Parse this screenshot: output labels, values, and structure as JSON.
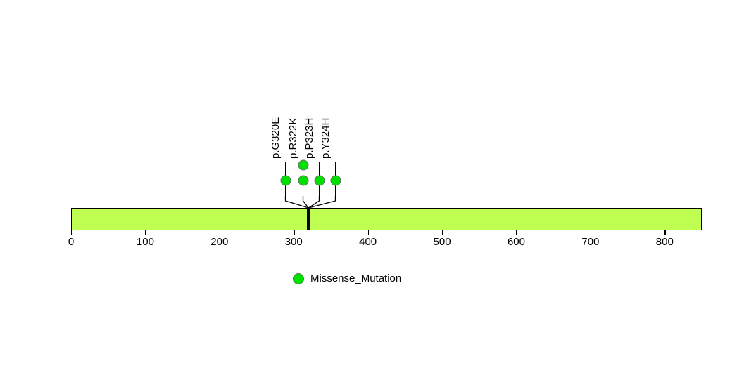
{
  "chart_data": {
    "type": "lollipop",
    "title": "",
    "xlabel": "",
    "ylabel": "",
    "xlim": [
      0,
      850
    ],
    "grid": false,
    "legend_position": "bottom-center",
    "protein": {
      "length": 850,
      "bar_color": "#bfff51",
      "bar_border_color": "#000000"
    },
    "domains": [
      {
        "name": "domain-marker",
        "start": 318,
        "end": 322,
        "color": "#000000"
      }
    ],
    "axis": {
      "ticks": [
        0,
        100,
        200,
        300,
        400,
        500,
        600,
        700,
        800
      ],
      "tick_labels": [
        "0",
        "100",
        "200",
        "300",
        "400",
        "500",
        "600",
        "700",
        "800"
      ]
    },
    "mutations": [
      {
        "label": "p.G320E",
        "position": 320,
        "count": 1,
        "type": "Missense_Mutation",
        "color": "#00e000"
      },
      {
        "label": "p.R322K",
        "position": 322,
        "count": 2,
        "type": "Missense_Mutation",
        "color": "#00e000"
      },
      {
        "label": "p.P323H",
        "position": 323,
        "count": 1,
        "type": "Missense_Mutation",
        "color": "#00e000"
      },
      {
        "label": "p.Y324H",
        "position": 324,
        "count": 1,
        "type": "Missense_Mutation",
        "color": "#00e000"
      }
    ],
    "legend": [
      {
        "label": "Missense_Mutation",
        "color": "#00e000"
      }
    ]
  },
  "colors": {
    "mutation_green": "#00e000",
    "protein_bar": "#bfff51",
    "stroke": "#000000"
  }
}
